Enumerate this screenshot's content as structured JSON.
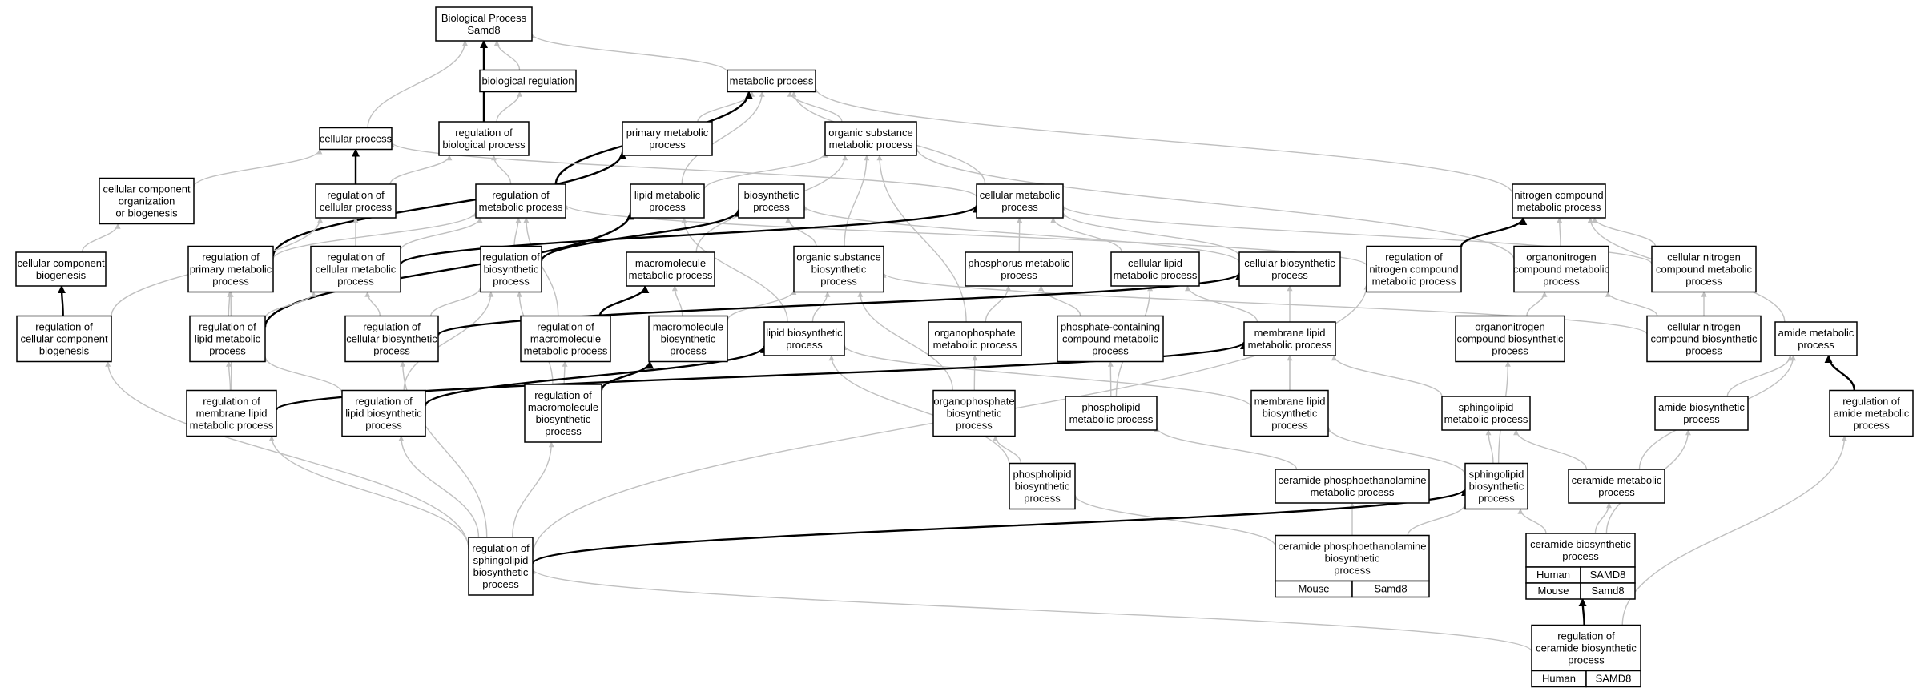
{
  "colors": {
    "human": "#f26249",
    "mouse": "#add8e6",
    "edge": "#c0c0c0",
    "bold_edge": "#000000"
  },
  "nodes": [
    {
      "id": "bp",
      "lines": [
        "Biological Process",
        "Samd8"
      ]
    },
    {
      "id": "bioreg",
      "lines": [
        "biological regulation"
      ]
    },
    {
      "id": "metab",
      "lines": [
        "metabolic process"
      ]
    },
    {
      "id": "cellproc",
      "lines": [
        "cellular process"
      ]
    },
    {
      "id": "regbio",
      "lines": [
        "regulation of",
        "biological process"
      ]
    },
    {
      "id": "primary",
      "lines": [
        "primary metabolic",
        "process"
      ]
    },
    {
      "id": "orgsub",
      "lines": [
        "organic substance",
        "metabolic process"
      ]
    },
    {
      "id": "ccob",
      "lines": [
        "cellular component",
        "organization",
        "or biogenesis"
      ]
    },
    {
      "id": "regcell",
      "lines": [
        "regulation of",
        "cellular process"
      ]
    },
    {
      "id": "regmet",
      "lines": [
        "regulation of",
        "metabolic process"
      ]
    },
    {
      "id": "lipid",
      "lines": [
        "lipid metabolic",
        "process"
      ]
    },
    {
      "id": "biosyn",
      "lines": [
        "biosynthetic",
        "process"
      ]
    },
    {
      "id": "cellmet",
      "lines": [
        "cellular metabolic",
        "process"
      ]
    },
    {
      "id": "nitro",
      "lines": [
        "nitrogen compound",
        "metabolic process"
      ]
    },
    {
      "id": "ccb",
      "lines": [
        "cellular component",
        "biogenesis"
      ]
    },
    {
      "id": "regprim",
      "lines": [
        "regulation of",
        "primary metabolic",
        "process"
      ]
    },
    {
      "id": "regcellmet",
      "lines": [
        "regulation of",
        "cellular metabolic",
        "process"
      ]
    },
    {
      "id": "regbiosyn",
      "lines": [
        "regulation of",
        "biosynthetic",
        "process"
      ]
    },
    {
      "id": "macro",
      "lines": [
        "macromolecule",
        "metabolic process"
      ]
    },
    {
      "id": "orgsubbio",
      "lines": [
        "organic substance",
        "biosynthetic",
        "process"
      ]
    },
    {
      "id": "phosmet",
      "lines": [
        "phosphorus metabolic",
        "process"
      ]
    },
    {
      "id": "celllipid",
      "lines": [
        "cellular lipid",
        "metabolic process"
      ]
    },
    {
      "id": "cellbio",
      "lines": [
        "cellular biosynthetic",
        "process"
      ]
    },
    {
      "id": "regnitro",
      "lines": [
        "regulation of",
        "nitrogen compound",
        "metabolic process"
      ]
    },
    {
      "id": "organitro",
      "lines": [
        "organonitrogen",
        "compound metabolic",
        "process"
      ]
    },
    {
      "id": "cellnitro",
      "lines": [
        "cellular nitrogen",
        "compound metabolic",
        "process"
      ]
    },
    {
      "id": "regccb",
      "lines": [
        "regulation of",
        "cellular component",
        "biogenesis"
      ]
    },
    {
      "id": "reglipid",
      "lines": [
        "regulation of",
        "lipid metabolic",
        "process"
      ]
    },
    {
      "id": "regcellbio",
      "lines": [
        "regulation of",
        "cellular biosynthetic",
        "process"
      ]
    },
    {
      "id": "regmacro",
      "lines": [
        "regulation of",
        "macromolecule",
        "metabolic process"
      ]
    },
    {
      "id": "macrobio",
      "lines": [
        "macromolecule",
        "biosynthetic",
        "process"
      ]
    },
    {
      "id": "lipidbio",
      "lines": [
        "lipid biosynthetic",
        "process"
      ]
    },
    {
      "id": "orgphos",
      "lines": [
        "organophosphate",
        "metabolic process"
      ]
    },
    {
      "id": "phoscont",
      "lines": [
        "phosphate-containing",
        "compound metabolic",
        "process"
      ]
    },
    {
      "id": "memlip",
      "lines": [
        "membrane lipid",
        "metabolic process"
      ]
    },
    {
      "id": "organitrobio",
      "lines": [
        "organonitrogen",
        "compound biosynthetic",
        "process"
      ]
    },
    {
      "id": "cellnitrobio",
      "lines": [
        "cellular nitrogen",
        "compound biosynthetic",
        "process"
      ]
    },
    {
      "id": "amide",
      "lines": [
        "amide metabolic",
        "process"
      ]
    },
    {
      "id": "regmemlip",
      "lines": [
        "regulation of",
        "membrane lipid",
        "metabolic process"
      ]
    },
    {
      "id": "reglipidbio",
      "lines": [
        "regulation of",
        "lipid biosynthetic",
        "process"
      ]
    },
    {
      "id": "regmacrobio",
      "lines": [
        "regulation of",
        "macromolecule",
        "biosynthetic",
        "process"
      ]
    },
    {
      "id": "orgphosbio",
      "lines": [
        "organophosphate",
        "biosynthetic",
        "process"
      ]
    },
    {
      "id": "phoslipmet",
      "lines": [
        "phospholipid",
        "metabolic process"
      ]
    },
    {
      "id": "memlipbio",
      "lines": [
        "membrane lipid",
        "biosynthetic",
        "process"
      ]
    },
    {
      "id": "sphingo",
      "lines": [
        "sphingolipid",
        "metabolic process"
      ]
    },
    {
      "id": "amidebio",
      "lines": [
        "amide biosynthetic",
        "process"
      ]
    },
    {
      "id": "regamide",
      "lines": [
        "regulation of",
        "amide metabolic",
        "process"
      ]
    },
    {
      "id": "phoslipbio",
      "lines": [
        "phospholipid",
        "biosynthetic",
        "process"
      ]
    },
    {
      "id": "cerpemet",
      "lines": [
        "ceramide phosphoethanolamine",
        "metabolic process"
      ]
    },
    {
      "id": "sphingobio",
      "lines": [
        "sphingolipid",
        "biosynthetic",
        "process"
      ]
    },
    {
      "id": "cermet",
      "lines": [
        "ceramide metabolic",
        "process"
      ]
    },
    {
      "id": "regsphingo",
      "lines": [
        "regulation of",
        "sphingolipid",
        "biosynthetic",
        "process"
      ]
    },
    {
      "id": "cerpebio",
      "lines": [
        "ceramide phosphoethanolamine",
        "biosynthetic",
        "process"
      ],
      "rows": [
        [
          "Mouse",
          "Samd8",
          "mouse"
        ]
      ]
    },
    {
      "id": "cerbio",
      "lines": [
        "ceramide biosynthetic",
        "process"
      ],
      "rows": [
        [
          "Human",
          "SAMD8",
          "human"
        ],
        [
          "Mouse",
          "Samd8",
          "mouse"
        ]
      ]
    },
    {
      "id": "regcerbio",
      "lines": [
        "regulation of",
        "ceramide biosynthetic",
        "process"
      ],
      "rows": [
        [
          "Human",
          "SAMD8",
          "human"
        ]
      ]
    }
  ],
  "edges": [
    [
      "bioreg",
      "bp",
      0
    ],
    [
      "regbio",
      "bp",
      1
    ],
    [
      "cellproc",
      "bp",
      0
    ],
    [
      "metab",
      "bp",
      0
    ],
    [
      "regbio",
      "bioreg",
      0
    ],
    [
      "primary",
      "metab",
      0
    ],
    [
      "orgsub",
      "metab",
      0
    ],
    [
      "lipid",
      "metab",
      0
    ],
    [
      "cellmet",
      "metab",
      0
    ],
    [
      "nitro",
      "metab",
      0
    ],
    [
      "regmet",
      "metab",
      1
    ],
    [
      "ccob",
      "cellproc",
      0
    ],
    [
      "regcell",
      "cellproc",
      1
    ],
    [
      "cellmet",
      "cellproc",
      0
    ],
    [
      "regcell",
      "regbio",
      0
    ],
    [
      "regmet",
      "regbio",
      0
    ],
    [
      "regprim",
      "primary",
      1
    ],
    [
      "lipid",
      "orgsub",
      0
    ],
    [
      "macro",
      "orgsub",
      0
    ],
    [
      "orgsubbio",
      "orgsub",
      0
    ],
    [
      "orgphos",
      "orgsub",
      0
    ],
    [
      "organitro",
      "orgsub",
      0
    ],
    [
      "ccb",
      "ccob",
      0
    ],
    [
      "regccb",
      "regcell",
      0
    ],
    [
      "regcellmet",
      "regcell",
      0
    ],
    [
      "regprim",
      "regmet",
      0
    ],
    [
      "regcellmet",
      "regmet",
      0
    ],
    [
      "regbiosyn",
      "regmet",
      0
    ],
    [
      "regmacro",
      "regmet",
      0
    ],
    [
      "regnitro",
      "regmet",
      0
    ],
    [
      "lipidbio",
      "lipid",
      0
    ],
    [
      "reglipid",
      "lipid",
      1
    ],
    [
      "orgsubbio",
      "biosyn",
      0
    ],
    [
      "regbiosyn",
      "biosyn",
      1
    ],
    [
      "cellbio",
      "biosyn",
      0
    ],
    [
      "phosmet",
      "cellmet",
      0
    ],
    [
      "celllipid",
      "cellmet",
      0
    ],
    [
      "cellbio",
      "cellmet",
      0
    ],
    [
      "cellnitro",
      "cellmet",
      0
    ],
    [
      "regcellmet",
      "cellmet",
      1
    ],
    [
      "regnitro",
      "nitro",
      1
    ],
    [
      "organitro",
      "nitro",
      0
    ],
    [
      "cellnitro",
      "nitro",
      0
    ],
    [
      "amide",
      "nitro",
      0
    ],
    [
      "regccb",
      "ccb",
      1
    ],
    [
      "reglipid",
      "regprim",
      0
    ],
    [
      "regmemlip",
      "regprim",
      0
    ],
    [
      "regcellbio",
      "regcellmet",
      0
    ],
    [
      "reglipid",
      "regcellmet",
      0
    ],
    [
      "reglipidbio",
      "regbiosyn",
      0
    ],
    [
      "regmacrobio",
      "regbiosyn",
      0
    ],
    [
      "regcellbio",
      "regbiosyn",
      0
    ],
    [
      "regmacro",
      "macro",
      1
    ],
    [
      "macrobio",
      "macro",
      0
    ],
    [
      "lipidbio",
      "orgsubbio",
      0
    ],
    [
      "macrobio",
      "orgsubbio",
      0
    ],
    [
      "orgphosbio",
      "orgsubbio",
      0
    ],
    [
      "cellnitrobio",
      "orgsubbio",
      0
    ],
    [
      "orgphos",
      "phosmet",
      0
    ],
    [
      "phoscont",
      "phosmet",
      0
    ],
    [
      "phoslipmet",
      "celllipid",
      0
    ],
    [
      "memlip",
      "celllipid",
      0
    ],
    [
      "memlipbio",
      "cellbio",
      0
    ],
    [
      "regcellbio",
      "cellbio",
      1
    ],
    [
      "cellnitrobio",
      "organitro",
      0
    ],
    [
      "organitrobio",
      "organitro",
      0
    ],
    [
      "cellnitrobio",
      "cellnitro",
      0
    ],
    [
      "reglipidbio",
      "reglipid",
      0
    ],
    [
      "regmemlip",
      "reglipid",
      0
    ],
    [
      "regsphingo",
      "regcellbio",
      0
    ],
    [
      "regmacrobio",
      "regmacro",
      0
    ],
    [
      "regmacrobio",
      "macrobio",
      1
    ],
    [
      "reglipidbio",
      "lipidbio",
      1
    ],
    [
      "phoslipbio",
      "lipidbio",
      0
    ],
    [
      "memlipbio",
      "lipidbio",
      0
    ],
    [
      "orgphosbio",
      "orgphos",
      0
    ],
    [
      "phoslipmet",
      "phoscont",
      0
    ],
    [
      "memlipbio",
      "memlip",
      0
    ],
    [
      "sphingo",
      "memlip",
      0
    ],
    [
      "regmemlip",
      "memlip",
      1
    ],
    [
      "sphingobio",
      "organitrobio",
      0
    ],
    [
      "amidebio",
      "amide",
      0
    ],
    [
      "cermet",
      "amide",
      0
    ],
    [
      "regamide",
      "amide",
      1
    ],
    [
      "regsphingo",
      "regmemlip",
      0
    ],
    [
      "regsphingo",
      "reglipidbio",
      0
    ],
    [
      "regsphingo",
      "regmacrobio",
      0
    ],
    [
      "regsphingo",
      "regccb",
      0
    ],
    [
      "regsphingo",
      "regnitro",
      0
    ],
    [
      "phoslipbio",
      "orgphosbio",
      0
    ],
    [
      "cerpemet",
      "phoslipmet",
      0
    ],
    [
      "sphingobio",
      "memlipbio",
      0
    ],
    [
      "cermet",
      "sphingo",
      0
    ],
    [
      "sphingobio",
      "sphingo",
      0
    ],
    [
      "cerbio",
      "amidebio",
      0
    ],
    [
      "regcerbio",
      "regamide",
      0
    ],
    [
      "cerpebio",
      "phoslipbio",
      0
    ],
    [
      "cerpebio",
      "cerpemet",
      0
    ],
    [
      "cerpebio",
      "sphingobio",
      0
    ],
    [
      "regsphingo",
      "sphingobio",
      1
    ],
    [
      "cerbio",
      "sphingobio",
      0
    ],
    [
      "cerbio",
      "cermet",
      0
    ],
    [
      "regcerbio",
      "cerbio",
      1
    ],
    [
      "regcerbio",
      "regsphingo",
      0
    ]
  ]
}
